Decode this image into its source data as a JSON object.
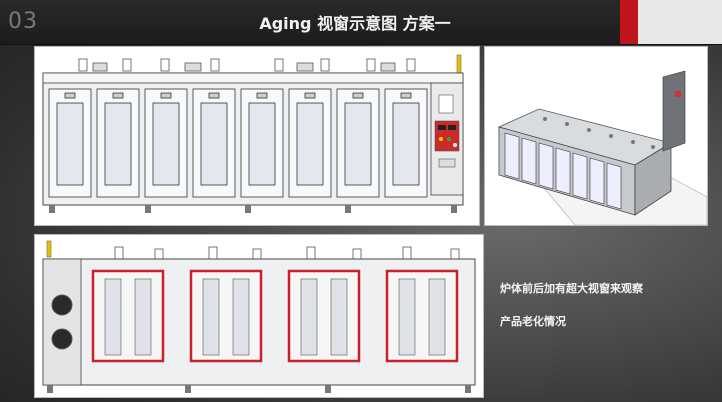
{
  "slide": {
    "number": "03",
    "title": "Aging 视窗示意图  方案一",
    "description_line1": "炉体前后加有超大视窗来观察",
    "description_line2": "产品老化情况"
  },
  "colors": {
    "accent_red": "#c0151c",
    "title_text": "#f2f2f2",
    "machine_grey": "#e6e8ea",
    "window_frame_red": "#c8202a"
  },
  "figures": {
    "front_view_door_count": 8,
    "back_view_window_count": 4
  }
}
